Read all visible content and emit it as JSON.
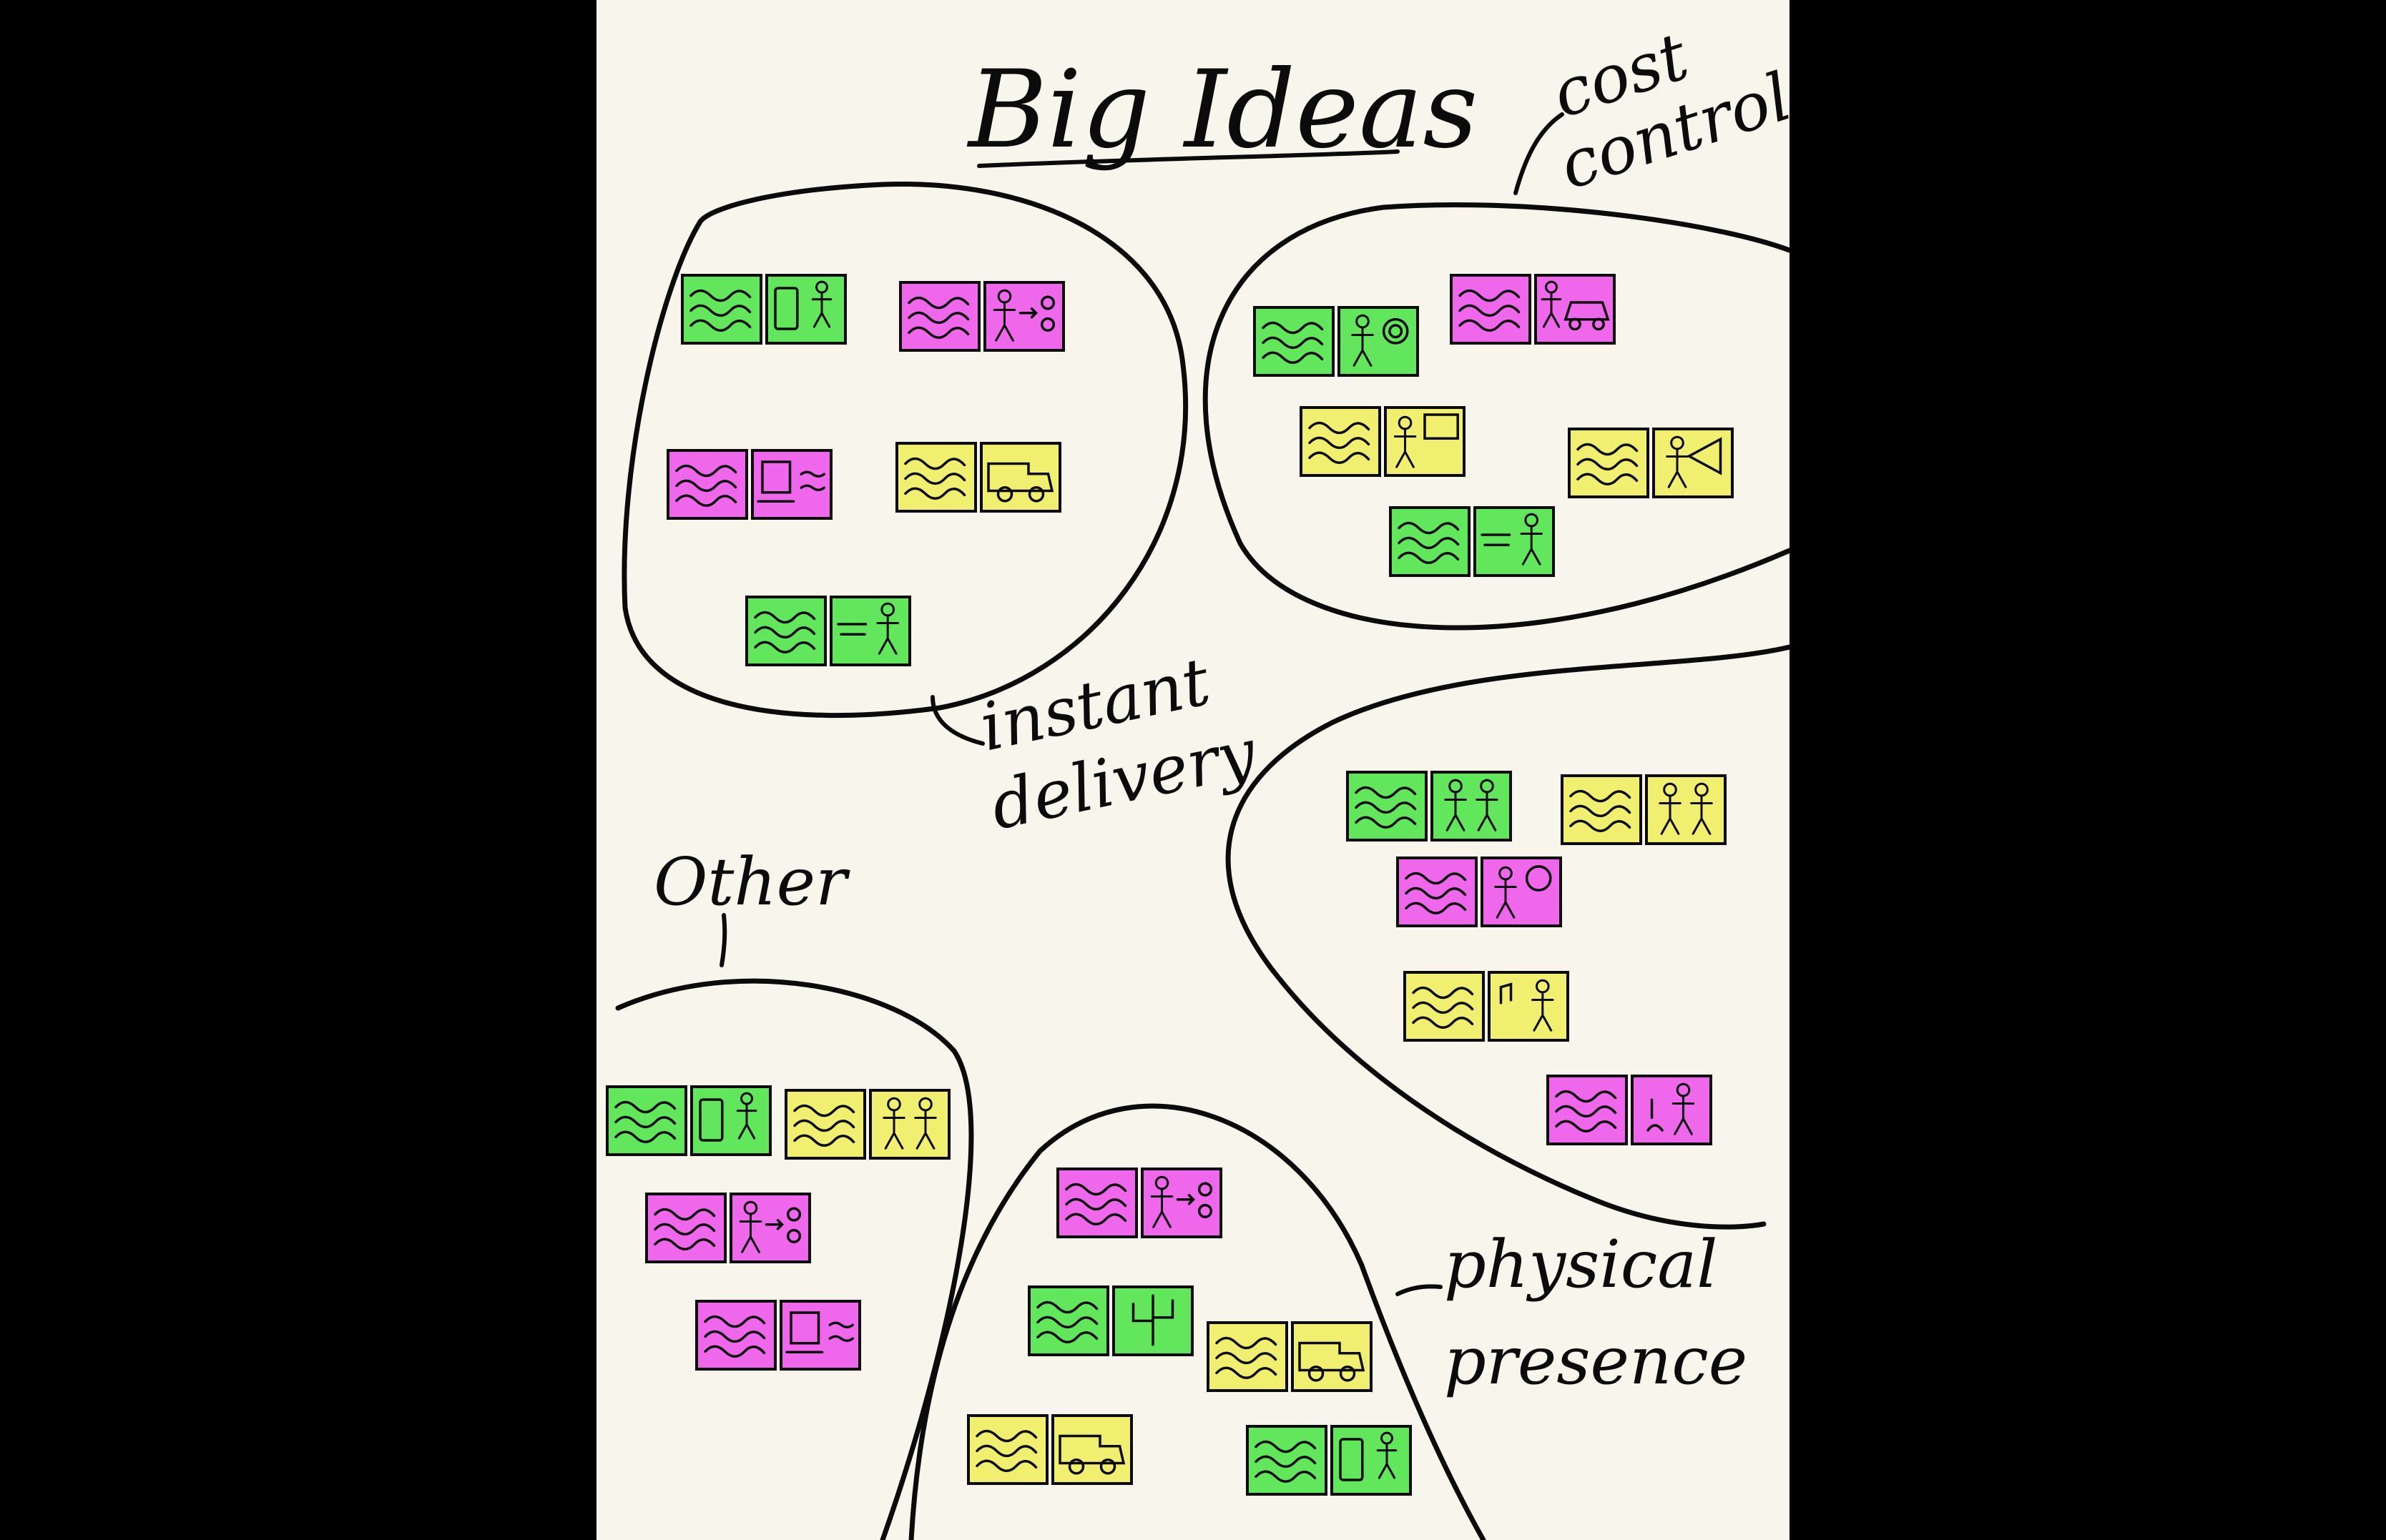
{
  "board": {
    "title": "Big Ideas",
    "background": "#f8f6ec",
    "ink": "#0b0b0b",
    "note_colors": {
      "green": "#62e65c",
      "pink": "#ef67ea",
      "yellow": "#f0ef70"
    }
  },
  "clusters": [
    {
      "id": "instant-delivery",
      "label_lines": [
        "instant",
        "delivery"
      ],
      "pairs": [
        {
          "color": "green",
          "sketch": "phone-person"
        },
        {
          "color": "pink",
          "sketch": "person-speaking"
        },
        {
          "color": "pink",
          "sketch": "laptop"
        },
        {
          "color": "yellow",
          "sketch": "truck"
        },
        {
          "color": "green",
          "sketch": "person-walking"
        }
      ]
    },
    {
      "id": "cost-control",
      "label_lines": [
        "cost",
        "control"
      ],
      "pairs": [
        {
          "color": "green",
          "sketch": "person-coin"
        },
        {
          "color": "pink",
          "sketch": "person-car"
        },
        {
          "color": "yellow",
          "sketch": "person-board"
        },
        {
          "color": "yellow",
          "sketch": "person-megaphone"
        },
        {
          "color": "green",
          "sketch": "person-walking"
        }
      ]
    },
    {
      "id": "unlabelled",
      "label_lines": [],
      "pairs": [
        {
          "color": "green",
          "sketch": "two-people"
        },
        {
          "color": "yellow",
          "sketch": "two-people"
        },
        {
          "color": "pink",
          "sketch": "person-globe"
        },
        {
          "color": "yellow",
          "sketch": "person-music"
        },
        {
          "color": "pink",
          "sketch": "person-cat"
        }
      ]
    },
    {
      "id": "other",
      "label_lines": [
        "Other"
      ],
      "pairs": [
        {
          "color": "green",
          "sketch": "phone-person"
        },
        {
          "color": "yellow",
          "sketch": "two-people"
        },
        {
          "color": "pink",
          "sketch": "person-speaking"
        },
        {
          "color": "pink",
          "sketch": "laptop"
        }
      ]
    },
    {
      "id": "physical-presence",
      "label_lines": [
        "physical",
        "presence"
      ],
      "pairs": [
        {
          "color": "pink",
          "sketch": "person-speaking"
        },
        {
          "color": "green",
          "sketch": "cactus"
        },
        {
          "color": "yellow",
          "sketch": "truck"
        },
        {
          "color": "yellow",
          "sketch": "truck"
        },
        {
          "color": "green",
          "sketch": "phone-person"
        }
      ]
    }
  ]
}
